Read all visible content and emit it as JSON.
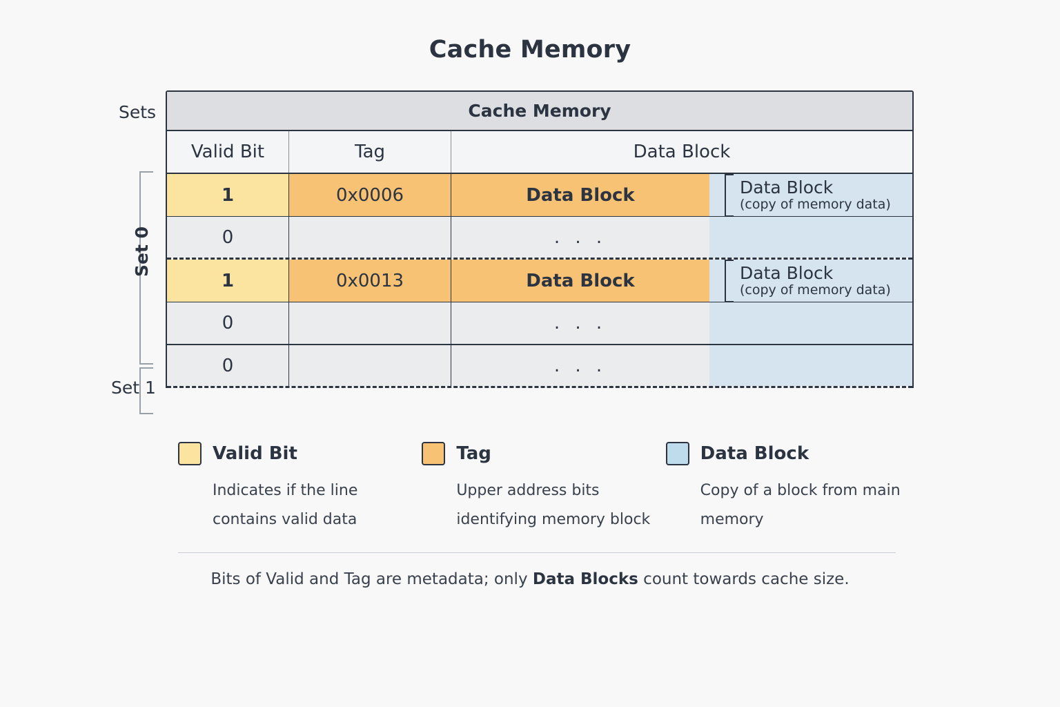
{
  "page": {
    "title": "Cache Memory",
    "background_color": "#f8f8f8"
  },
  "diagram": {
    "banner_label": "Cache Memory",
    "sets_label": "Sets",
    "columns": [
      {
        "key": "valid",
        "header": "Valid Bit"
      },
      {
        "key": "tag",
        "header": "Tag"
      },
      {
        "key": "data",
        "header": "Data Block"
      }
    ],
    "sets": [
      {
        "name": "Set 0",
        "orientation": "vertical",
        "lines": [
          {
            "valid": "1",
            "tag": "0x0006",
            "data": "Data Block",
            "state": "valid",
            "block_annotation": {
              "main": "Data Block",
              "sub": "(copy of memory data)"
            }
          },
          {
            "valid": "0",
            "tag": "",
            "data": ". . .",
            "state": "empty"
          },
          {
            "valid": "1",
            "tag": "0x0013",
            "data": "Data Block",
            "state": "valid",
            "block_annotation": {
              "main": "Data Block",
              "sub": "(copy of memory data)"
            }
          },
          {
            "valid": "0",
            "tag": "",
            "data": ". . .",
            "state": "empty"
          }
        ]
      },
      {
        "name": "Set 1",
        "orientation": "horizontal",
        "lines": [
          {
            "valid": "0",
            "tag": "",
            "data": ". . .",
            "state": "empty",
            "truncated": true
          }
        ]
      }
    ]
  },
  "legend": {
    "items": [
      {
        "title": "Valid Bit",
        "color": "#fbe3a0",
        "description": "Indicates if the line contains valid data"
      },
      {
        "title": "Tag",
        "color": "#f8c275",
        "description": "Upper address bits identifying memory block"
      },
      {
        "title": "Data Block",
        "color": "#bfdced",
        "description": "Copy of a block from main memory"
      }
    ]
  },
  "footer": {
    "note_prefix": "Bits of Valid and Tag are metadata; only ",
    "note_emphasis": "Data Blocks",
    "note_suffix": " count towards cache size."
  }
}
